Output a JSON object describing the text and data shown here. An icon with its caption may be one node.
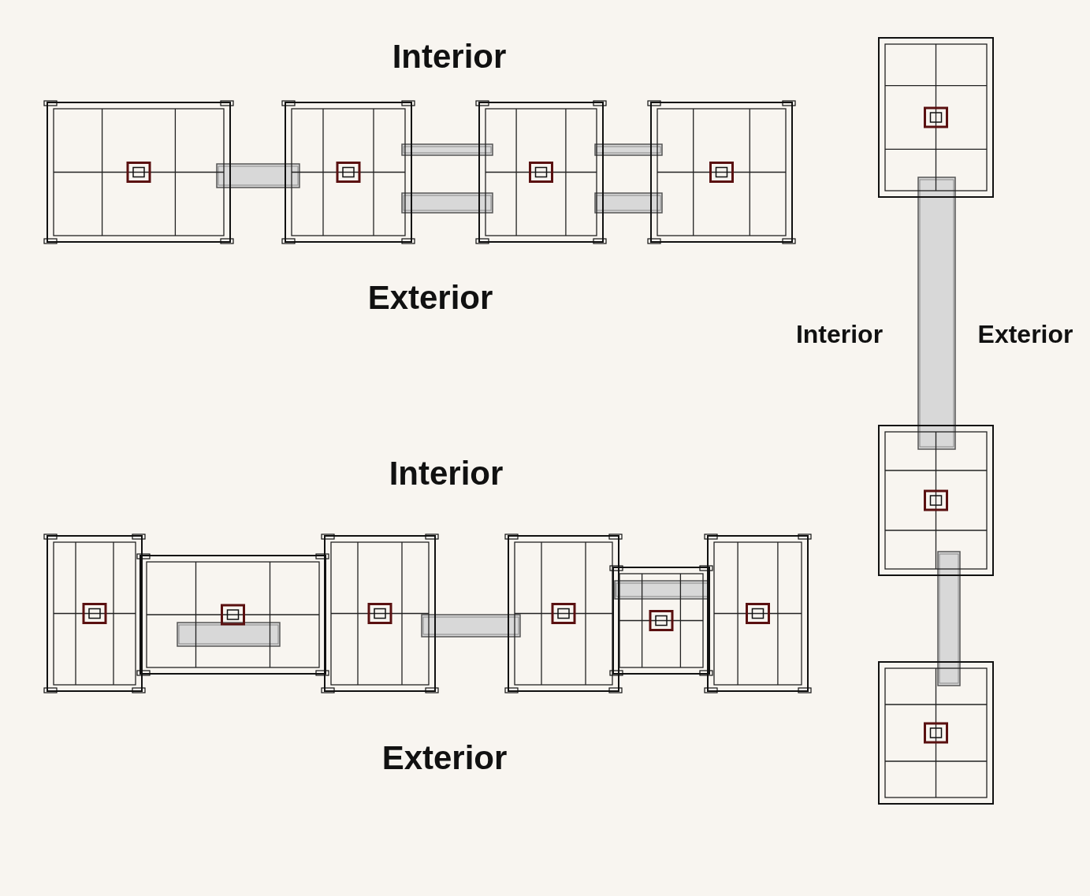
{
  "diagram": {
    "labels": [
      "Interior",
      "Exterior",
      "Interior",
      "Exterior",
      "Interior",
      "Exterior"
    ]
  }
}
